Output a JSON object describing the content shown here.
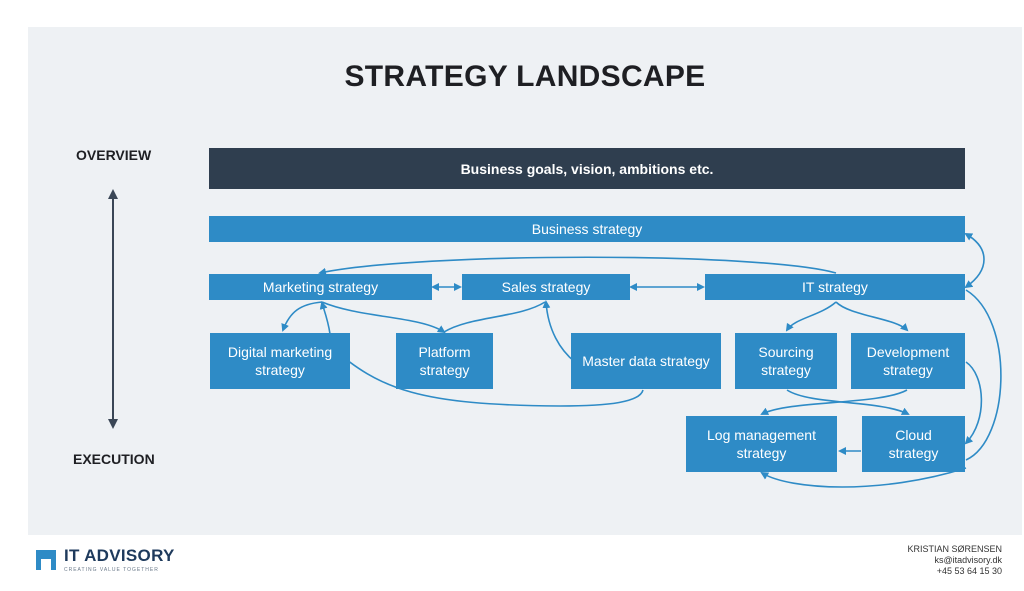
{
  "slide": {
    "title": "STRATEGY LANDSCAPE",
    "axis": {
      "top_label": "OVERVIEW",
      "bottom_label": "EXECUTION"
    },
    "goals_bar": "Business goals, vision, ambitions etc.",
    "business_strategy": "Business strategy",
    "level2": {
      "marketing": "Marketing strategy",
      "sales": "Sales strategy",
      "it": "IT strategy"
    },
    "level3": {
      "digital_marketing": [
        "Digital marketing",
        "strategy"
      ],
      "platform": [
        "Platform",
        "strategy"
      ],
      "master_data": "Master data strategy",
      "sourcing": [
        "Sourcing",
        "strategy"
      ],
      "development": [
        "Development",
        "strategy"
      ]
    },
    "level4": {
      "log_management": [
        "Log management",
        "strategy"
      ],
      "cloud": [
        "Cloud",
        "strategy"
      ]
    }
  },
  "footer": {
    "brand": "IT ADVISORY",
    "tagline": "CREATING VALUE TOGETHER",
    "contact_name": "KRISTIAN SØRENSEN",
    "contact_email": "ks@itadvisory.dk",
    "contact_phone": "+45 53 64 15 30"
  },
  "colors": {
    "box": "#2e8bc6",
    "goals_bar": "#2f3e4f",
    "background": "#eef1f4"
  }
}
